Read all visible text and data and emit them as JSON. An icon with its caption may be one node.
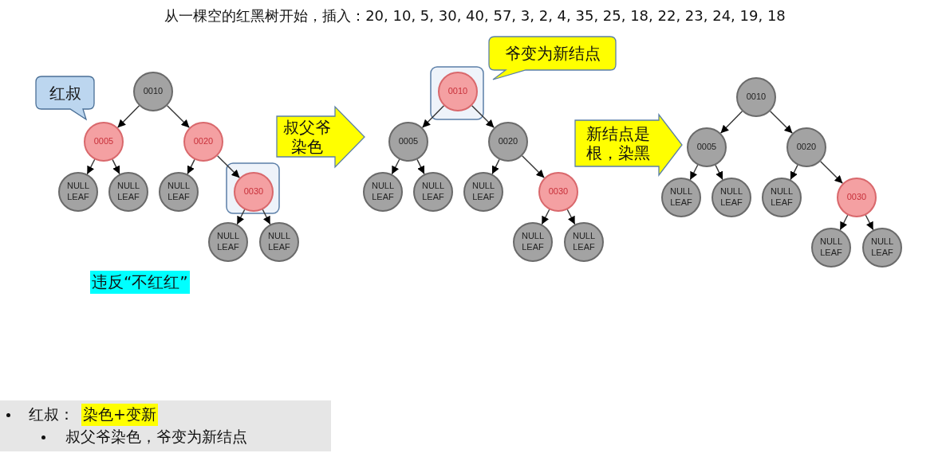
{
  "diagram": {
    "title": "从一棵空的红黑树开始，插入：20, 10, 5, 30, 40, 57, 3, 2, 4, 35, 25, 18, 22, 23, 24, 19, 18",
    "nodes": [
      {
        "text": [
          "红叔"
        ]
      },
      {
        "text": [
          "0010"
        ]
      },
      {
        "text": [
          "0005"
        ]
      },
      {
        "text": [
          "0020"
        ]
      },
      {
        "text": [
          "NULL LEAF"
        ]
      },
      {
        "text": [
          "NULL LEAF"
        ]
      },
      {
        "text": [
          "NULL LEAF"
        ]
      },
      {
        "text": [
          "0030"
        ]
      },
      {
        "text": [
          "NULL LEAF"
        ]
      },
      {
        "text": [
          "NULL LEAF"
        ]
      },
      {
        "text": [
          "爷变为新结点"
        ]
      },
      {
        "text": [
          "叔父爷染色"
        ]
      },
      {
        "text": [
          "0010"
        ]
      },
      {
        "text": [
          "0005"
        ]
      },
      {
        "text": [
          "0020"
        ]
      },
      {
        "text": [
          "NULL LEAF"
        ]
      },
      {
        "text": [
          "NULL LEAF"
        ]
      },
      {
        "text": [
          "NULL LEAF"
        ]
      },
      {
        "text": [
          "0030"
        ]
      },
      {
        "text": [
          "NULL LEAF"
        ]
      },
      {
        "text": [
          "NULL LEAF"
        ]
      },
      {
        "text": [
          "新结点是根，染黑"
        ]
      },
      {
        "text": [
          "0010"
        ]
      },
      {
        "text": [
          "0005"
        ]
      },
      {
        "text": [
          "0020"
        ]
      },
      {
        "text": [
          "NULL LEAF"
        ]
      },
      {
        "text": [
          "NULL LEAF"
        ]
      },
      {
        "text": [
          "NULL LEAF"
        ]
      },
      {
        "text": [
          "0030"
        ]
      },
      {
        "text": [
          "NULL LEAF"
        ]
      },
      {
        "text": [
          "NULL LEAF"
        ]
      }
    ],
    "edges": [
      {
        "from": 1,
        "to": 2,
        "arrow": "to"
      },
      {
        "from": 1,
        "to": 3,
        "arrow": "to"
      },
      {
        "from": 2,
        "to": 4,
        "arrow": "to"
      },
      {
        "from": 2,
        "to": 5,
        "arrow": "to"
      },
      {
        "from": 3,
        "to": 6,
        "arrow": "to"
      },
      {
        "from": 3,
        "to": 7,
        "arrow": "to"
      },
      {
        "from": 7,
        "to": 8,
        "arrow": "to"
      },
      {
        "from": 7,
        "to": 9,
        "arrow": "to"
      },
      {
        "from": 12,
        "to": 13,
        "arrow": "to"
      },
      {
        "from": 12,
        "to": 14,
        "arrow": "to"
      },
      {
        "from": 13,
        "to": 15,
        "arrow": "to"
      },
      {
        "from": 13,
        "to": 16,
        "arrow": "to"
      },
      {
        "from": 14,
        "to": 17,
        "arrow": "to"
      },
      {
        "from": 14,
        "to": 18,
        "arrow": "to"
      },
      {
        "from": 18,
        "to": 19,
        "arrow": "to"
      },
      {
        "from": 18,
        "to": 20,
        "arrow": "to"
      },
      {
        "from": 22,
        "to": 23,
        "arrow": "to"
      },
      {
        "from": 22,
        "to": 24,
        "arrow": "to"
      },
      {
        "from": 23,
        "to": 25,
        "arrow": "to"
      },
      {
        "from": 23,
        "to": 26,
        "arrow": "to"
      },
      {
        "from": 24,
        "to": 27,
        "arrow": "to"
      },
      {
        "from": 24,
        "to": 28,
        "arrow": "to"
      },
      {
        "from": 28,
        "to": 29,
        "arrow": "to"
      },
      {
        "from": 28,
        "to": 30,
        "arrow": "to"
      }
    ],
    "labels": [
      "违反“不红红”",
      "红叔：",
      "染色+变新",
      "叔父爷染色，爷变为新结点"
    ]
  }
}
